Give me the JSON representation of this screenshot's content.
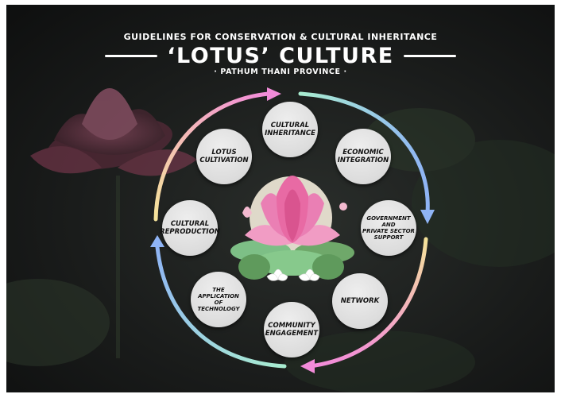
{
  "header": {
    "supertitle": "GUIDELINES FOR CONSERVATION & CULTURAL INHERITANCE",
    "title": "‘LOTUS’ CULTURE",
    "subtitle": "· PATHUM THANI PROVINCE ·"
  },
  "nodes": [
    {
      "id": "cultural-inheritance",
      "label": "CULTURAL\nINHERITANCE"
    },
    {
      "id": "economic-integration",
      "label": "ECONOMIC\nINTEGRATION"
    },
    {
      "id": "government-private-support",
      "label": "GOVERNMENT\nAND\nPRIVATE SECTOR\nSUPPORT"
    },
    {
      "id": "network",
      "label": "NETWORK"
    },
    {
      "id": "community-engagement",
      "label": "COMMUNITY\nENGAGEMENT"
    },
    {
      "id": "application-of-technology",
      "label": "THE\nAPPLICATION\nOF\nTECHNOLOGY"
    },
    {
      "id": "cultural-reproduction",
      "label": "CULTURAL\nREPRODUCTION"
    },
    {
      "id": "lotus-cultivation",
      "label": "LOTUS\nCULTIVATION"
    }
  ],
  "colors": {
    "arrow_pink": "#f28bd9",
    "arrow_mint": "#a8ecd0",
    "arrow_blue": "#8fb4f5",
    "arrow_yellow": "#f5e39a",
    "node_fill": "#e0e0e0",
    "lotus_pink": "#e86aa4",
    "leaf_green": "#6fa86a"
  }
}
